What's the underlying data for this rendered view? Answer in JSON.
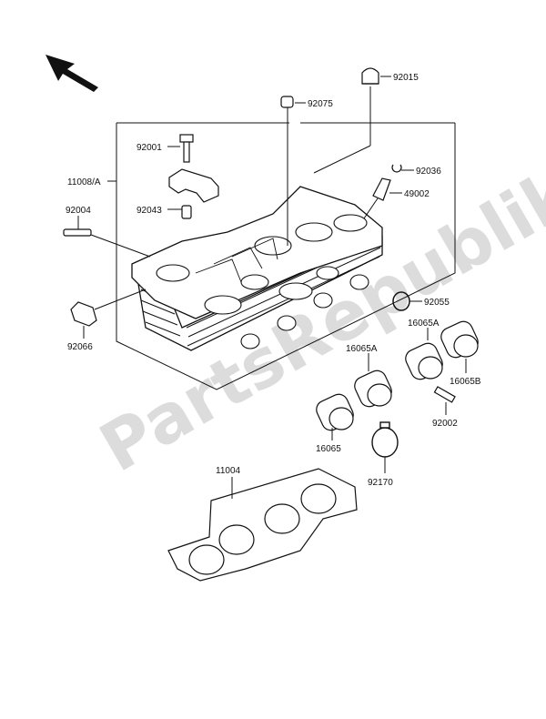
{
  "diagram": {
    "watermark": "PartsRepublik",
    "direction_arrow_icon": "front-direction-arrow-icon",
    "part_labels": {
      "p92015": "92015",
      "p92075": "92075",
      "p92001": "92001",
      "p11008A": "11008/A",
      "p92036": "92036",
      "p49002": "49002",
      "p92004": "92004",
      "p92043": "92043",
      "p92055": "92055",
      "p16065A_top": "16065A",
      "p92066": "92066",
      "p16065A_mid": "16065A",
      "p16065B": "16065B",
      "p92002": "92002",
      "p16065": "16065",
      "p92170": "92170",
      "p11004": "11004"
    }
  }
}
